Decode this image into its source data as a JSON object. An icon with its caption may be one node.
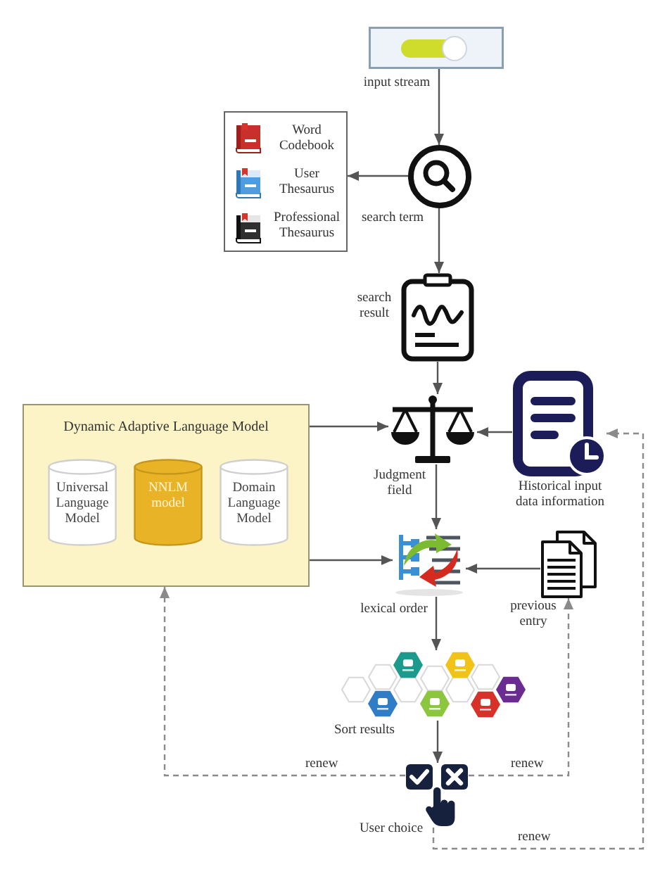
{
  "diagram": {
    "nodes": [
      {
        "text": [],
        "shape": "picture",
        "beside": [
          "input stream"
        ]
      },
      {
        "text": [
          "Word Codebook",
          "User Thesaurus",
          "Professional Thesaurus"
        ]
      },
      {
        "text": [],
        "shape": "picture",
        "beside": [
          "search term"
        ]
      },
      {
        "text": [],
        "shape": "picture",
        "beside": [
          "search result"
        ]
      },
      {
        "text": [
          "Dynamic Adaptive Language Model"
        ]
      },
      {
        "text": [
          "Universal Language Model"
        ],
        "in": 4
      },
      {
        "text": [
          "NNLM model"
        ],
        "in": 4
      },
      {
        "text": [
          "Domain Language Model"
        ],
        "in": 4
      },
      {
        "text": [],
        "shape": "picture",
        "beside": [
          "Judgment field"
        ]
      },
      {
        "text": [],
        "shape": "picture",
        "beside": [
          "Historical input data information"
        ]
      },
      {
        "text": [],
        "shape": "picture",
        "beside": [
          "lexical order"
        ]
      },
      {
        "text": [],
        "shape": "picture",
        "beside": [
          "previous entry"
        ]
      },
      {
        "text": [],
        "shape": "picture",
        "beside": [
          "Sort results"
        ]
      },
      {
        "text": [],
        "shape": "picture",
        "beside": [
          "User choice"
        ]
      }
    ],
    "edges": [
      {
        "from": 0,
        "to": 2,
        "arrow": "to"
      },
      {
        "from": 2,
        "to": 1,
        "arrow": "to"
      },
      {
        "from": 2,
        "to": 3,
        "arrow": "to"
      },
      {
        "from": 3,
        "to": 8,
        "arrow": "to"
      },
      {
        "from": 4,
        "to": 8,
        "arrow": "to"
      },
      {
        "from": 9,
        "to": 8,
        "arrow": "to"
      },
      {
        "from": 8,
        "to": 10,
        "arrow": "to"
      },
      {
        "from": 4,
        "to": 10,
        "arrow": "to"
      },
      {
        "from": 11,
        "to": 10,
        "arrow": "to"
      },
      {
        "from": 10,
        "to": 12,
        "arrow": "to"
      },
      {
        "from": 12,
        "to": 13,
        "arrow": "to"
      },
      {
        "from": 13,
        "to": 4,
        "arrow": "to",
        "label": "renew",
        "style": "dashed",
        "color": "#8a8a8a"
      },
      {
        "from": 13,
        "to": 11,
        "arrow": "to",
        "label": "renew",
        "style": "dashed",
        "color": "#8a8a8a"
      },
      {
        "from": 13,
        "to": 9,
        "arrow": "to",
        "label": "renew",
        "style": "dashed",
        "color": "#8a8a8a"
      }
    ]
  }
}
